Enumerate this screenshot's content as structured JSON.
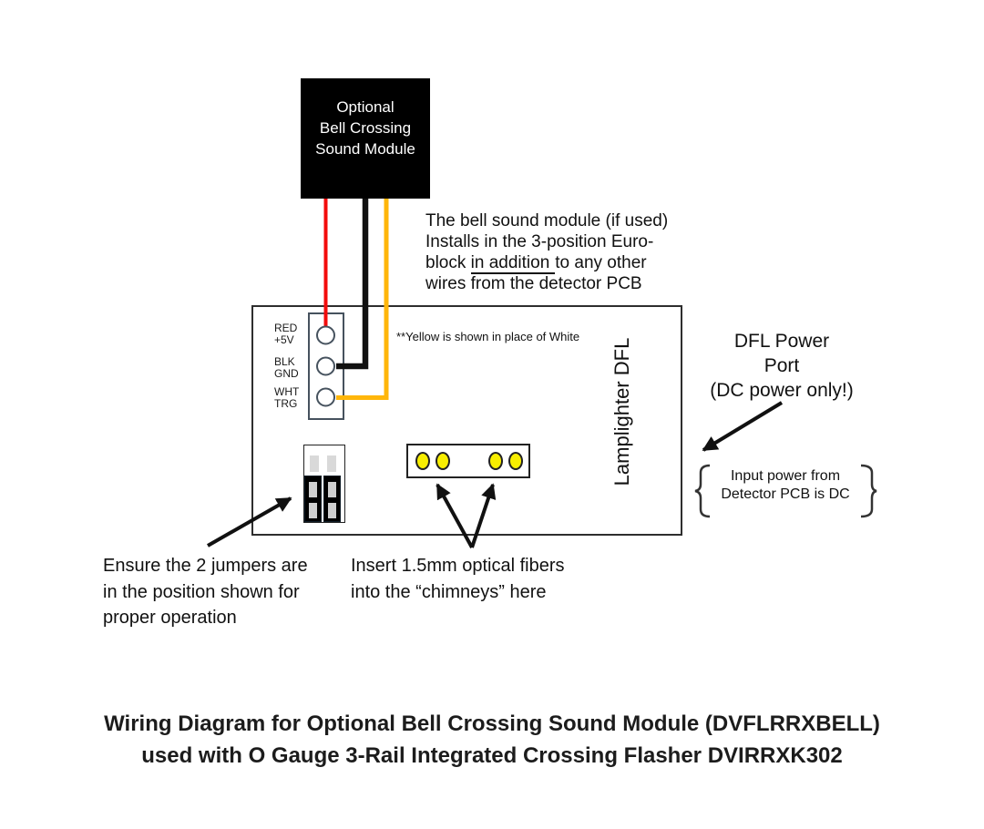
{
  "module_box": {
    "label": "Optional\nBell Crossing\nSound Module"
  },
  "bell_note": {
    "line1": "The bell sound module (if used)",
    "line2": "Installs in the 3-position Euro-",
    "line3_pre": "block ",
    "line3_underlined": "in addition",
    "line3_post": "to any other",
    "line4": "wires from the detector PCB"
  },
  "pcb": {
    "board_name": "Lamplighter DFL",
    "yellow_note": "**Yellow is shown in place of White",
    "terminals": [
      {
        "label": "RED\n+5V"
      },
      {
        "label": "BLK\nGND"
      },
      {
        "label": "WHT\nTRG"
      }
    ]
  },
  "annotations": {
    "dfl_power_port": "DFL Power\nPort\n(DC power only!)",
    "input_power": "Input power from\nDetector PCB is DC",
    "jumper_instruction": "Ensure the 2 jumpers are\nin the position shown for\nproper operation",
    "fiber_instruction": "Insert 1.5mm optical fibers\ninto the “chimneys” here"
  },
  "caption": {
    "text": "Wiring Diagram for Optional Bell Crossing Sound Module (DVFLRRXBELL)\nused with O Gauge 3-Rail Integrated Crossing Flasher DVIRRXK302"
  },
  "colors": {
    "red_wire": "#f30b0b",
    "black_wire": "#111111",
    "yellow_wire": "#ffb60a",
    "fiber_yellow": "#f8ee00",
    "module_bg": "#000000",
    "outline_slate": "#46525e",
    "arrow_black": "#111111"
  }
}
